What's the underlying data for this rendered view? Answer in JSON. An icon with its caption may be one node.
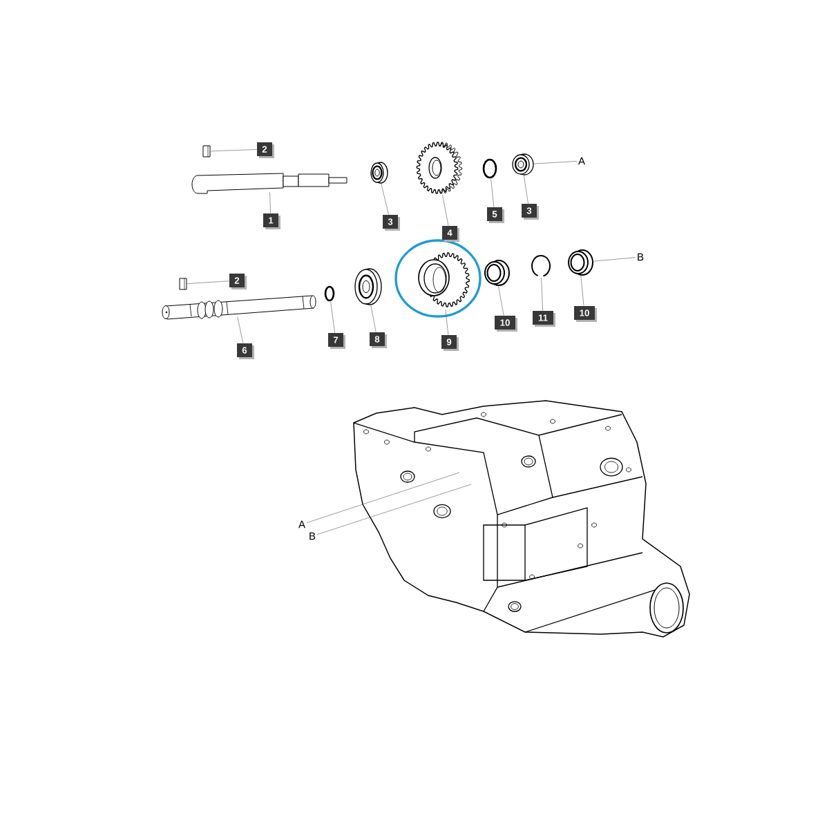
{
  "diagram": {
    "nodes": [
      {
        "text": [
          "2"
        ]
      },
      {
        "text": [
          "1"
        ]
      },
      {
        "text": [
          "3"
        ]
      },
      {
        "text": [
          "4"
        ]
      },
      {
        "text": [
          "5"
        ]
      },
      {
        "text": [
          "3"
        ]
      },
      {
        "text": [
          "A"
        ]
      },
      {
        "text": [
          "2"
        ]
      },
      {
        "text": [
          "6"
        ]
      },
      {
        "text": [
          "7"
        ]
      },
      {
        "text": [
          "8"
        ]
      },
      {
        "text": [
          "9"
        ]
      },
      {
        "text": [
          "10"
        ]
      },
      {
        "text": [
          "11"
        ]
      },
      {
        "text": [
          "10"
        ]
      },
      {
        "text": [
          "B"
        ]
      },
      {
        "text": [
          "A"
        ]
      },
      {
        "text": [
          "B"
        ]
      },
      {
        "text": [],
        "shape": "picture"
      },
      {
        "text": [],
        "shape": "picture"
      },
      {
        "text": [],
        "shape": "picture"
      },
      {
        "text": [],
        "shape": "picture"
      },
      {
        "text": [],
        "shape": "circle"
      },
      {
        "text": [],
        "shape": "picture"
      },
      {
        "text": [],
        "shape": "picture"
      },
      {
        "text": [],
        "shape": "picture"
      },
      {
        "text": [],
        "shape": "circle"
      },
      {
        "text": [],
        "shape": "picture"
      },
      {
        "text": [],
        "shape": "picture"
      },
      {
        "text": [],
        "shape": "picture"
      },
      {
        "text": [],
        "shape": "picture"
      },
      {
        "text": [],
        "shape": "picture"
      },
      {
        "text": [],
        "shape": "picture"
      }
    ],
    "edges": [
      {
        "from": 0,
        "to": 18,
        "arrow": "none"
      },
      {
        "from": 1,
        "to": 19,
        "arrow": "none"
      },
      {
        "from": 2,
        "to": 20,
        "arrow": "none"
      },
      {
        "from": 3,
        "to": 21,
        "arrow": "none"
      },
      {
        "from": 4,
        "to": 22,
        "arrow": "none"
      },
      {
        "from": 5,
        "to": 23,
        "arrow": "none"
      },
      {
        "from": 6,
        "to": 23,
        "arrow": "none"
      },
      {
        "from": 7,
        "to": 24,
        "arrow": "none"
      },
      {
        "from": 8,
        "to": 25,
        "arrow": "none"
      },
      {
        "from": 9,
        "to": 26,
        "arrow": "none"
      },
      {
        "from": 10,
        "to": 27,
        "arrow": "none"
      },
      {
        "from": 11,
        "to": 28,
        "arrow": "none"
      },
      {
        "from": 12,
        "to": 29,
        "arrow": "none"
      },
      {
        "from": 13,
        "to": 30,
        "arrow": "none"
      },
      {
        "from": 14,
        "to": 31,
        "arrow": "none"
      },
      {
        "from": 15,
        "to": 31,
        "arrow": "none"
      },
      {
        "from": 16,
        "to": 32,
        "arrow": "none"
      },
      {
        "from": 17,
        "to": 32,
        "arrow": "none"
      }
    ]
  }
}
